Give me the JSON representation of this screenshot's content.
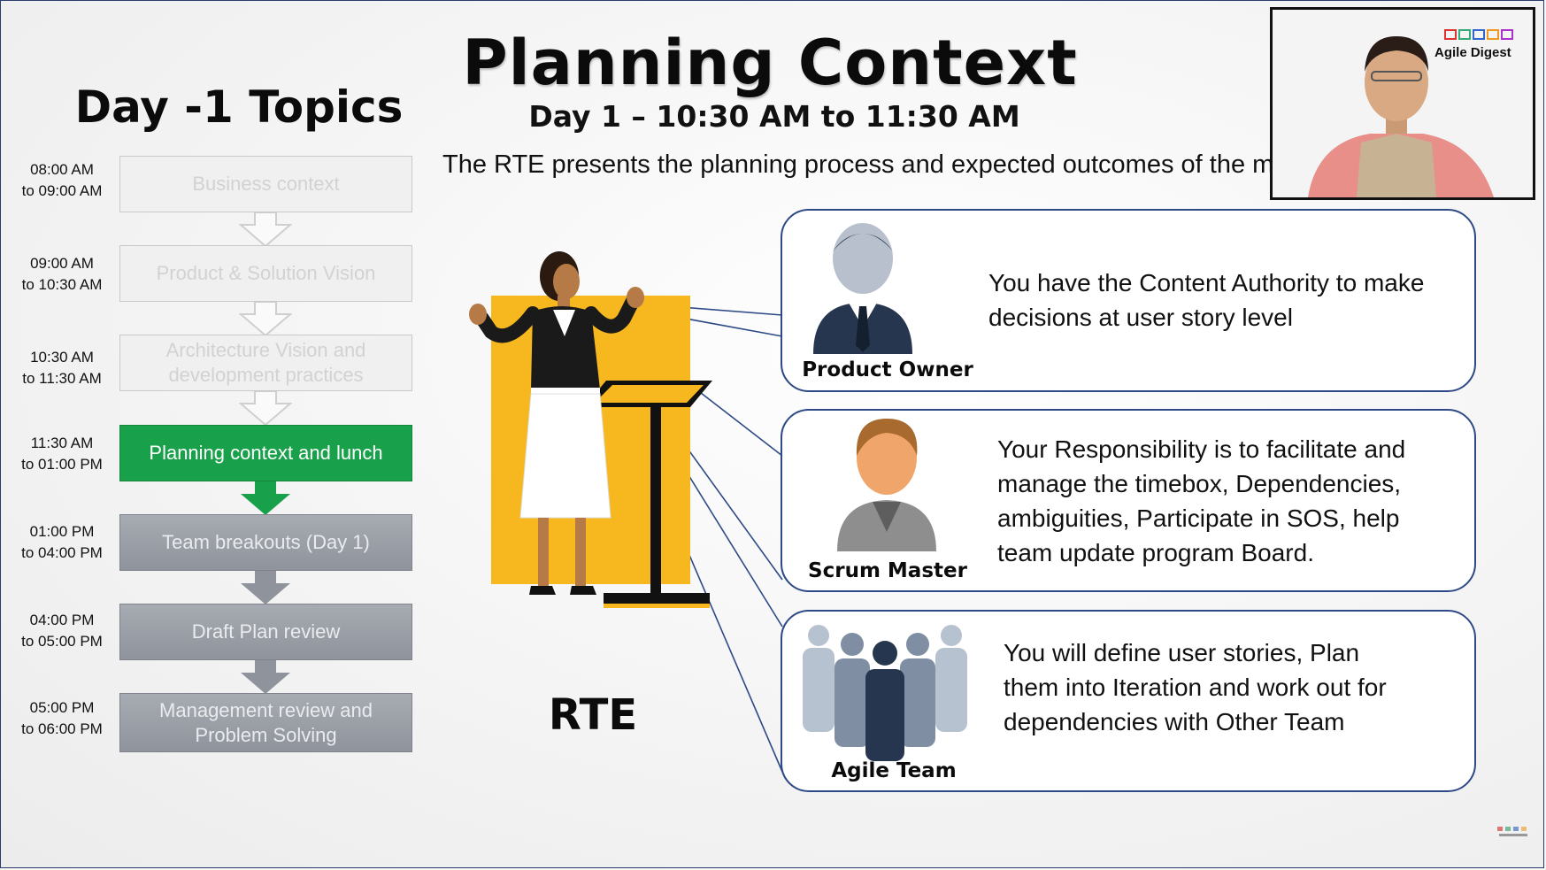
{
  "slide": {
    "title": "Planning Context",
    "subtitle": "Day 1 – 10:30 AM to 11:30 AM",
    "intro": "The RTE presents the planning process and expected outcomes of the me"
  },
  "agenda": {
    "title": "Day -1 Topics",
    "items": [
      {
        "time1": "08:00 AM",
        "time2": "to 09:00 AM",
        "label": "Business context",
        "state": "faded"
      },
      {
        "time1": "09:00 AM",
        "time2": "to 10:30 AM",
        "label": "Product & Solution  Vision",
        "state": "faded"
      },
      {
        "time1": "10:30 AM",
        "time2": "to 11:30 AM",
        "label1": "Architecture Vision and",
        "label2": "development practices",
        "state": "faded"
      },
      {
        "time1": "11:30 AM",
        "time2": "to 01:00 PM",
        "label": "Planning context and lunch",
        "state": "active"
      },
      {
        "time1": "01:00 PM",
        "time2": "to 04:00 PM",
        "label": "Team breakouts (Day 1)",
        "state": "future"
      },
      {
        "time1": "04:00 PM",
        "time2": "to 05:00 PM",
        "label": "Draft Plan review",
        "state": "future"
      },
      {
        "time1": "05:00 PM",
        "time2": "to 06:00 PM",
        "label1": "Management review and",
        "label2": "Problem Solving",
        "state": "future"
      }
    ]
  },
  "rte": {
    "label": "RTE"
  },
  "roles": [
    {
      "name": "Product Owner",
      "line1": "You have the Content Authority to make",
      "line2": "decisions at user story level"
    },
    {
      "name": "Scrum Master",
      "line1": "Your Responsibility is to facilitate and",
      "line2": "manage the timebox, Dependencies,",
      "line3": "ambiguities, Participate in SOS, help",
      "line4": "team update program Board."
    },
    {
      "name": "Agile Team",
      "line1": "You will define user stories, Plan",
      "line2": "them into Iteration and work out for",
      "line3": "dependencies with Other Team"
    }
  ],
  "video": {
    "brand": "Agile Digest"
  },
  "colors": {
    "active": "#18a04a",
    "border": "#2e4a86",
    "easel": "#f6b81e"
  }
}
